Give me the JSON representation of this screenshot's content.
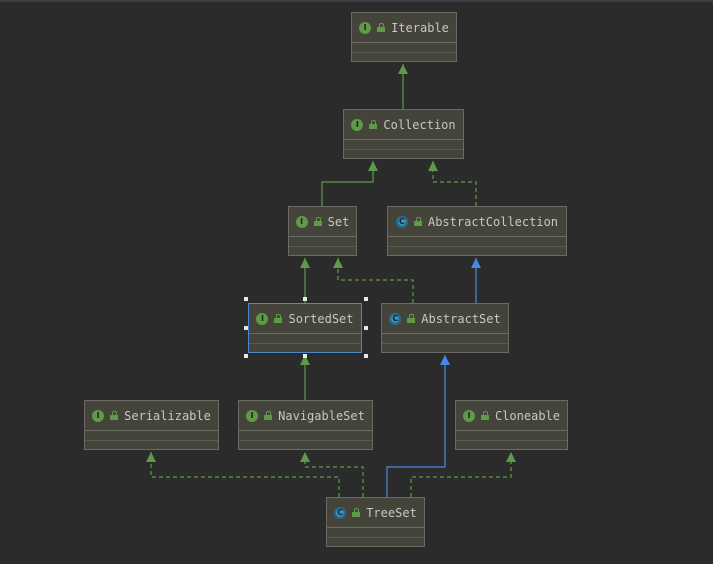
{
  "diagram": {
    "colors": {
      "background": "#2b2b2b",
      "extends_edge": "#5f9a48",
      "implements_edge": "#5f9a48",
      "class_extends_edge": "#4a88e8",
      "selection": "#4a88c7"
    },
    "nodes": [
      {
        "id": "iterable",
        "label": "Iterable",
        "kind": "interface",
        "kind_letter": "I"
      },
      {
        "id": "collection",
        "label": "Collection",
        "kind": "interface",
        "kind_letter": "I"
      },
      {
        "id": "set",
        "label": "Set",
        "kind": "interface",
        "kind_letter": "I"
      },
      {
        "id": "abstract-collection",
        "label": "AbstractCollection",
        "kind": "abstract-class",
        "kind_letter": "C"
      },
      {
        "id": "sorted-set",
        "label": "SortedSet",
        "kind": "interface",
        "kind_letter": "I",
        "selected": true
      },
      {
        "id": "abstract-set",
        "label": "AbstractSet",
        "kind": "abstract-class",
        "kind_letter": "C"
      },
      {
        "id": "serializable",
        "label": "Serializable",
        "kind": "interface",
        "kind_letter": "I"
      },
      {
        "id": "navigable-set",
        "label": "NavigableSet",
        "kind": "interface",
        "kind_letter": "I"
      },
      {
        "id": "cloneable",
        "label": "Cloneable",
        "kind": "interface",
        "kind_letter": "I"
      },
      {
        "id": "tree-set",
        "label": "TreeSet",
        "kind": "class",
        "kind_letter": "C"
      }
    ],
    "edges": [
      {
        "from": "collection",
        "to": "iterable",
        "type": "extends"
      },
      {
        "from": "set",
        "to": "collection",
        "type": "extends"
      },
      {
        "from": "abstract-collection",
        "to": "collection",
        "type": "implements"
      },
      {
        "from": "sorted-set",
        "to": "set",
        "type": "extends"
      },
      {
        "from": "abstract-set",
        "to": "set",
        "type": "implements"
      },
      {
        "from": "abstract-set",
        "to": "abstract-collection",
        "type": "class-extends"
      },
      {
        "from": "navigable-set",
        "to": "sorted-set",
        "type": "extends"
      },
      {
        "from": "tree-set",
        "to": "serializable",
        "type": "implements"
      },
      {
        "from": "tree-set",
        "to": "navigable-set",
        "type": "implements"
      },
      {
        "from": "tree-set",
        "to": "abstract-set",
        "type": "class-extends"
      },
      {
        "from": "tree-set",
        "to": "cloneable",
        "type": "implements"
      }
    ]
  }
}
